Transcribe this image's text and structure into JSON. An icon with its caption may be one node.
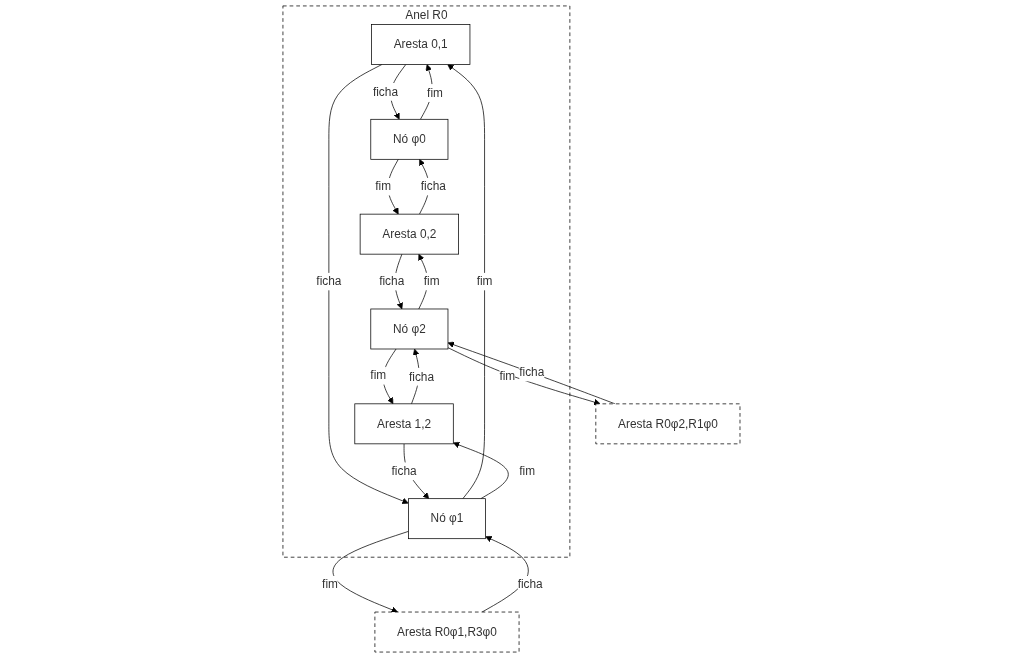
{
  "diagram": {
    "nodes": [
      {
        "text": [
          "Anel R0"
        ]
      },
      {
        "text": [
          "Aresta 0,1"
        ],
        "in": 0
      },
      {
        "text": [
          "Nó φ0"
        ],
        "in": 0
      },
      {
        "text": [
          "Aresta 0,2"
        ],
        "in": 0
      },
      {
        "text": [
          "Nó φ1"
        ],
        "in": 0
      },
      {
        "text": [
          "Aresta 1,2"
        ],
        "in": 0
      },
      {
        "text": [
          "Nó φ2"
        ],
        "in": 0
      },
      {
        "text": [
          "Aresta R0φ1,R3φ0"
        ]
      },
      {
        "text": [
          "Aresta R0φ2,R1φ0"
        ]
      }
    ],
    "edges": [
      {
        "from": 2,
        "to": 1,
        "arrow": "to",
        "label": "fim"
      },
      {
        "from": 1,
        "to": 2,
        "arrow": "to",
        "label": "ficha"
      },
      {
        "from": 2,
        "to": 3,
        "arrow": "to",
        "label": "fim"
      },
      {
        "from": 3,
        "to": 2,
        "arrow": "to",
        "label": "ficha"
      },
      {
        "from": 1,
        "to": 4,
        "arrow": "to",
        "label": "ficha"
      },
      {
        "from": 4,
        "to": 1,
        "arrow": "to",
        "label": "fim"
      },
      {
        "from": 3,
        "to": 6,
        "arrow": "to",
        "label": "ficha"
      },
      {
        "from": 6,
        "to": 3,
        "arrow": "to",
        "label": "fim"
      },
      {
        "from": 5,
        "to": 4,
        "arrow": "to",
        "label": "ficha"
      },
      {
        "from": 4,
        "to": 5,
        "arrow": "to",
        "label": "fim"
      },
      {
        "from": 5,
        "to": 6,
        "arrow": "to",
        "label": "ficha"
      },
      {
        "from": 6,
        "to": 5,
        "arrow": "to",
        "label": "fim"
      },
      {
        "from": 4,
        "to": 7,
        "arrow": "to",
        "label": "fim"
      },
      {
        "from": 7,
        "to": 4,
        "arrow": "to",
        "label": "ficha"
      },
      {
        "from": 8,
        "to": 6,
        "arrow": "to",
        "label": "ficha"
      },
      {
        "from": 6,
        "to": 8,
        "arrow": "to",
        "label": "fim"
      }
    ]
  }
}
